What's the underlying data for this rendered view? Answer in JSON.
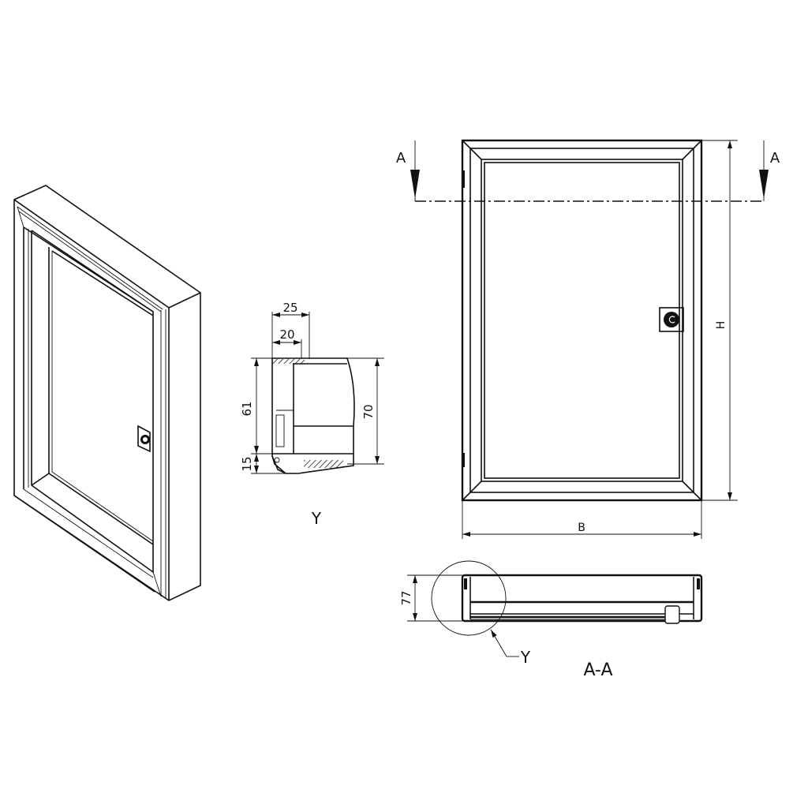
{
  "drawing": {
    "views": {
      "isometric": {
        "label": ""
      },
      "detail": {
        "label": "Y"
      },
      "front": {
        "label": ""
      },
      "section": {
        "label": "A-A"
      }
    },
    "section_markers": {
      "left": "A",
      "right": "A"
    },
    "dimensions": {
      "detail_width_outer": "25",
      "detail_width_inner": "20",
      "detail_height_frame": "61",
      "detail_height_total": "70",
      "detail_height_base": "15",
      "front_height": "H",
      "front_width": "B",
      "section_depth": "77"
    },
    "callouts": {
      "detail_ref": "Y"
    },
    "colors": {
      "line": "#111111",
      "background": "#ffffff"
    }
  }
}
